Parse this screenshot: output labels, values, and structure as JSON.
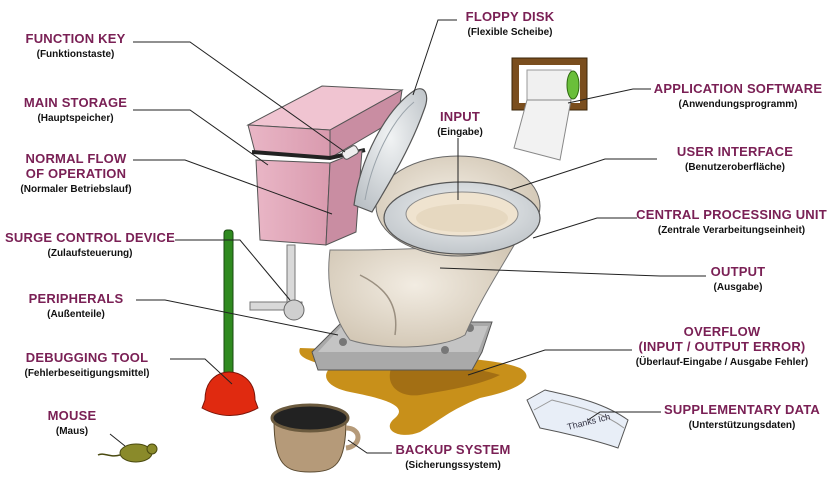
{
  "colors": {
    "label_main": "#7a2055",
    "label_sub": "#111111",
    "tank": "#e6aec0",
    "bowl": "#e4dacb",
    "marble": "#d9dde0",
    "base_plate": "#a9a9a9",
    "puddle": "#c8901a",
    "plunger_handle": "#2f8a1f",
    "plunger_cup": "#e02a10",
    "pot": "#b59a79",
    "mouse": "#8a8a2a"
  },
  "icons": [
    "toilet",
    "floppy-lid",
    "toilet-paper-roll",
    "plunger",
    "chamber-pot",
    "mouse",
    "paper-sheets",
    "puddle"
  ],
  "labels": {
    "function_key": {
      "main": "FUNCTION KEY",
      "sub": "(Funktionstaste)"
    },
    "main_storage": {
      "main": "MAIN STORAGE",
      "sub": "(Hauptspeicher)"
    },
    "normal_flow": {
      "main_line1": "NORMAL FLOW",
      "main_line2": "OF OPERATION",
      "sub": "(Normaler Betriebslauf)"
    },
    "surge_control": {
      "main": "SURGE CONTROL DEVICE",
      "sub": "(Zulaufsteuerung)"
    },
    "peripherals": {
      "main": "PERIPHERALS",
      "sub": "(Außenteile)"
    },
    "debugging_tool": {
      "main": "DEBUGGING TOOL",
      "sub": "(Fehlerbeseitigungsmittel)"
    },
    "mouse": {
      "main": "MOUSE",
      "sub": "(Maus)"
    },
    "floppy_disk": {
      "main": "FLOPPY DISK",
      "sub": "(Flexible Scheibe)"
    },
    "input": {
      "main": "INPUT",
      "sub": "(Eingabe)"
    },
    "application_software": {
      "main": "APPLICATION SOFTWARE",
      "sub": "(Anwendungsprogramm)"
    },
    "user_interface": {
      "main": "USER INTERFACE",
      "sub": "(Benutzeroberfläche)"
    },
    "cpu": {
      "main": "CENTRAL PROCESSING UNIT",
      "sub": "(Zentrale Verarbeitungseinheit)"
    },
    "output": {
      "main": "OUTPUT",
      "sub": "(Ausgabe)"
    },
    "overflow": {
      "main_line1": "OVERFLOW",
      "main_line2": "(INPUT / OUTPUT ERROR)",
      "sub": "(Überlauf-Eingabe / Ausgabe Fehler)"
    },
    "supplementary_data": {
      "main": "SUPPLEMENTARY DATA",
      "sub": "(Unterstützungsdaten)"
    },
    "backup_system": {
      "main": "BACKUP SYSTEM",
      "sub": "(Sicherungssystem)"
    }
  },
  "paper_scribble": "Thanks Ich"
}
